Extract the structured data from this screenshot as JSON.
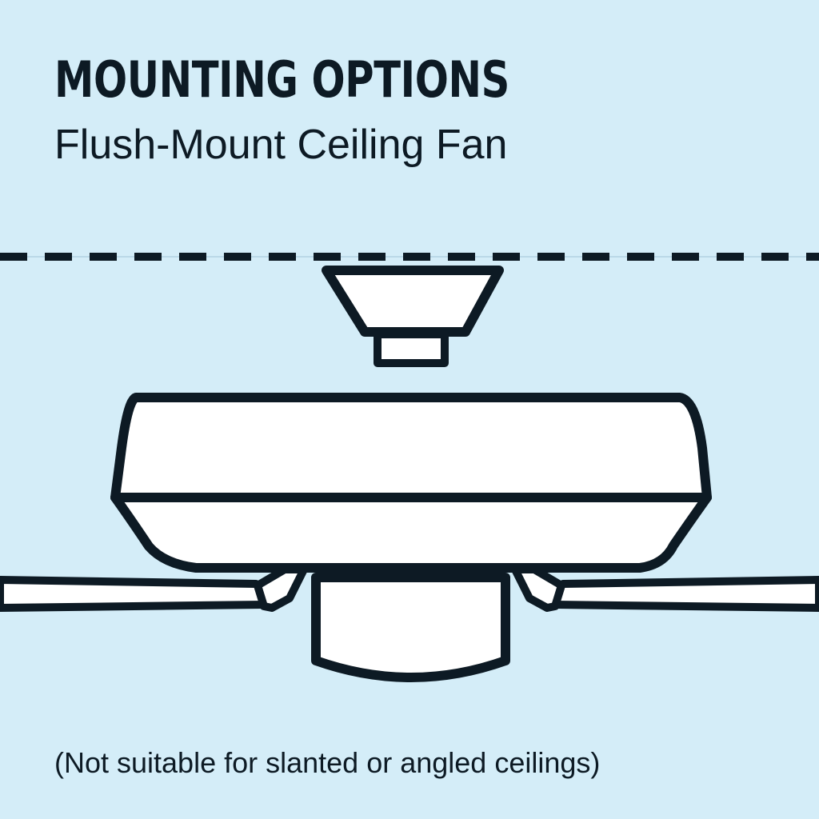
{
  "header": {
    "title": "MOUNTING OPTIONS",
    "subtitle": "Flush-Mount Ceiling Fan"
  },
  "footer": {
    "note": "(Not suitable for slanted or angled ceilings)"
  },
  "colors": {
    "background": "#d4edf8",
    "outline": "#0d1a24",
    "fill": "#ffffff"
  }
}
